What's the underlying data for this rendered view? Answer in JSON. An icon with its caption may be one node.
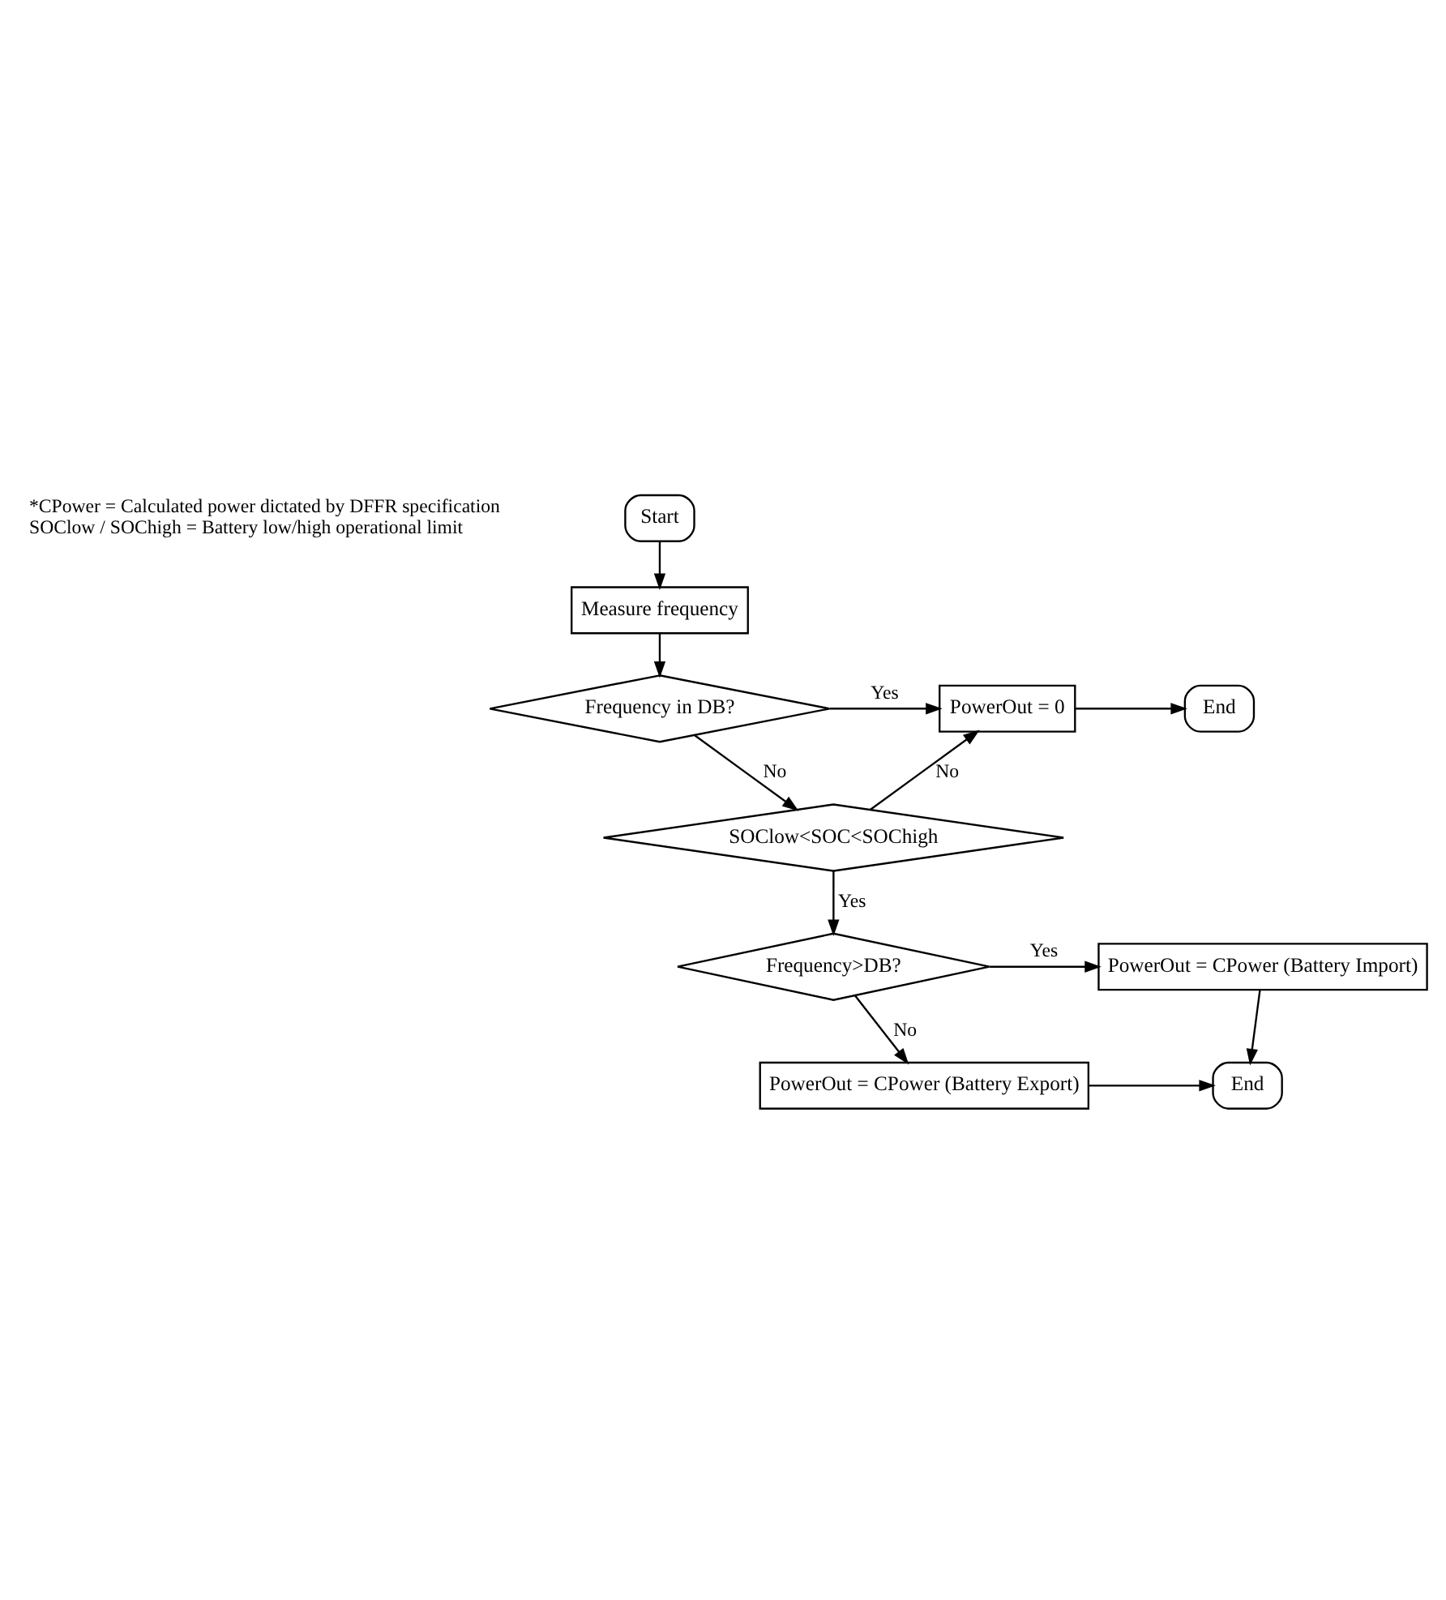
{
  "diagram": {
    "nodes": [
      {
        "text": [
          "Start"
        ]
      },
      {
        "text": [
          "Measure frequency"
        ]
      },
      {
        "text": [
          "Frequency in DB?"
        ]
      },
      {
        "text": [
          "PowerOut = 0"
        ]
      },
      {
        "text": [
          "End"
        ]
      },
      {
        "text": [
          "SOClow<SOC<SOChigh"
        ]
      },
      {
        "text": [
          "Frequency>DB?"
        ]
      },
      {
        "text": [
          "PowerOut = CPower (Battery Import)"
        ]
      },
      {
        "text": [
          "PowerOut = CPower (Battery Export)"
        ]
      },
      {
        "text": [
          "End"
        ]
      }
    ],
    "edges": [
      {
        "from": 0,
        "to": 1,
        "arrow": "to"
      },
      {
        "from": 1,
        "to": 2,
        "arrow": "to"
      },
      {
        "from": 2,
        "to": 3,
        "arrow": "to",
        "label": "Yes"
      },
      {
        "from": 3,
        "to": 4,
        "arrow": "to"
      },
      {
        "from": 2,
        "to": 5,
        "arrow": "to",
        "label": "No"
      },
      {
        "from": 5,
        "to": 3,
        "arrow": "to",
        "label": "No"
      },
      {
        "from": 5,
        "to": 6,
        "arrow": "to",
        "label": "Yes"
      },
      {
        "from": 6,
        "to": 7,
        "arrow": "to",
        "label": "Yes"
      },
      {
        "from": 6,
        "to": 8,
        "arrow": "to",
        "label": "No"
      },
      {
        "from": 7,
        "to": 9,
        "arrow": "to"
      },
      {
        "from": 8,
        "to": 9,
        "arrow": "to"
      }
    ],
    "labels": [
      "*CPower = Calculated power dictated by DFFR specification",
      "SOClow / SOChigh = Battery low/high operational limit"
    ]
  }
}
